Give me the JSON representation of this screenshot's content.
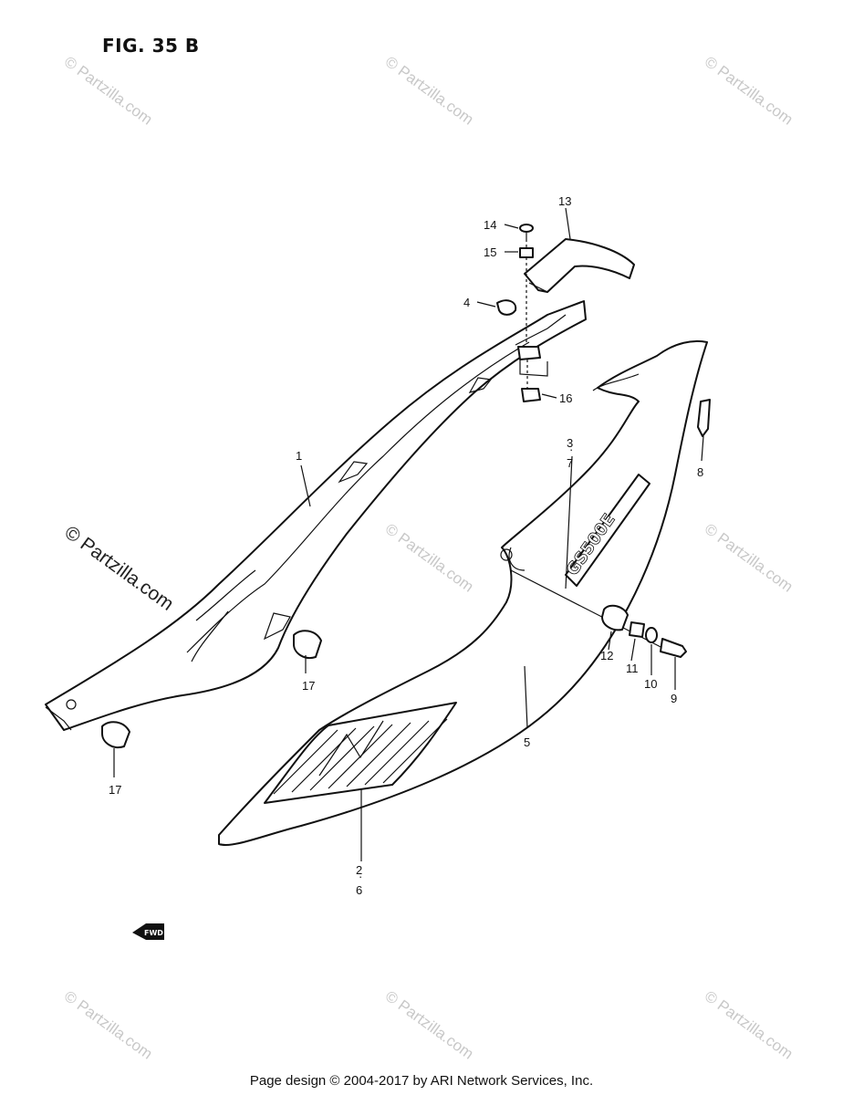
{
  "figure": {
    "title": "FIG. 35 B"
  },
  "watermark": {
    "text": "© Partzilla.com"
  },
  "footer": {
    "text": "Page design © 2004-2017 by ARI Network Services, Inc."
  },
  "direction_tag": {
    "text": "FWD"
  },
  "callouts": {
    "c1": "1",
    "c2": "2",
    "c6": "6",
    "c3": "3",
    "c7": "7",
    "c4": "4",
    "c5": "5",
    "c8": "8",
    "c9": "9",
    "c10": "10",
    "c11": "11",
    "c12": "12",
    "c13": "13",
    "c14": "14",
    "c15": "15",
    "c16": "16",
    "c17a": "17",
    "c17b": "17"
  },
  "emblem_text": "GS500E"
}
